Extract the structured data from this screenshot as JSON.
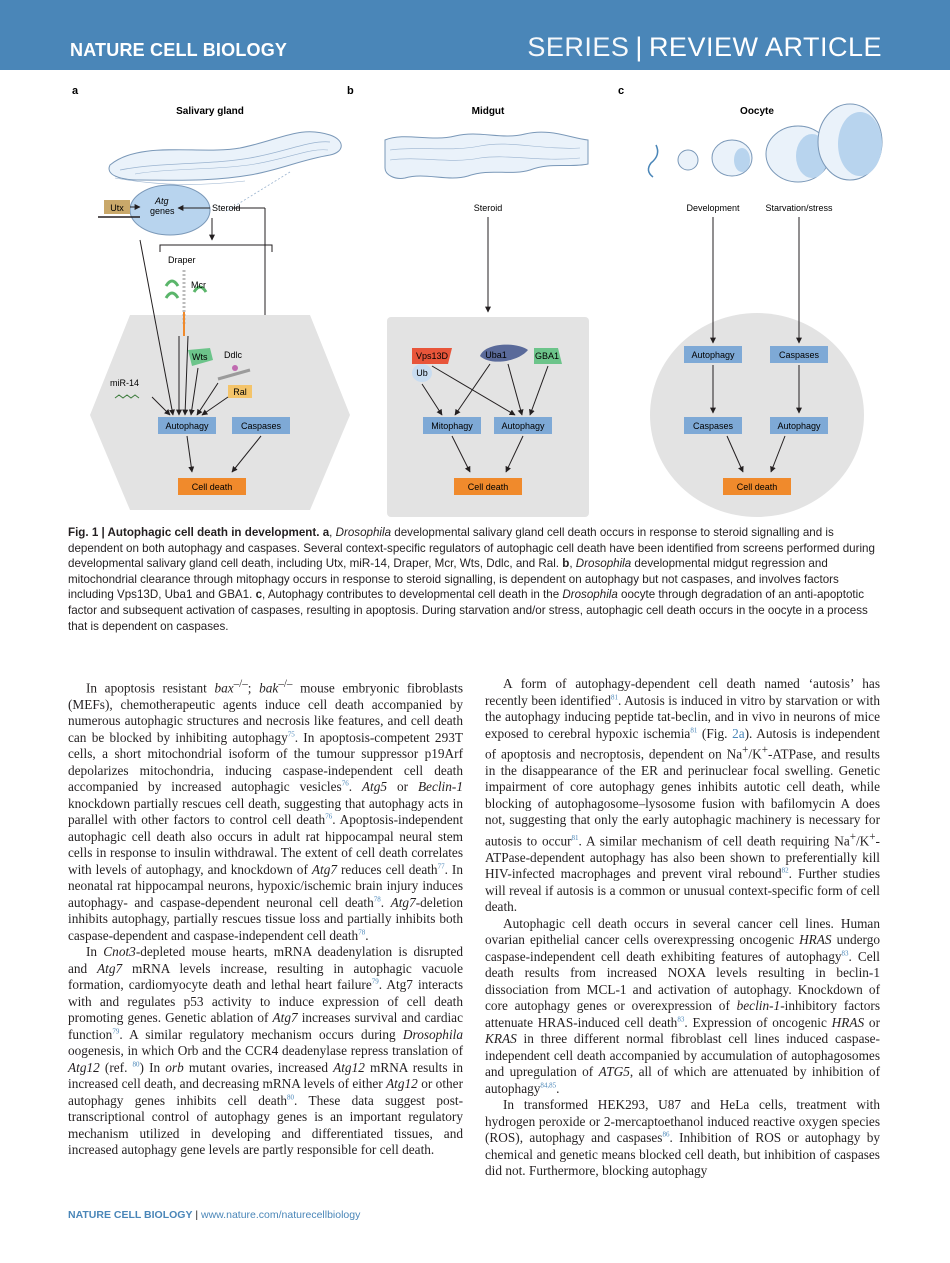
{
  "header": {
    "journal": "NATURE CELL BIOLOGY",
    "series": "SERIES",
    "article_type": "REVIEW ARTICLE"
  },
  "figure": {
    "panel_a": {
      "letter": "a",
      "title": "Salivary gland",
      "utx": "Utx",
      "atg": "Atg",
      "genes": "genes",
      "steroid": "Steroid",
      "draper": "Draper",
      "mcr": "Mcr",
      "wts": "Wts",
      "ddlc": "Ddlc",
      "ral": "Ral",
      "mir14": "miR-14",
      "autophagy": "Autophagy",
      "caspases": "Caspases",
      "cell_death": "Cell death"
    },
    "panel_b": {
      "letter": "b",
      "title": "Midgut",
      "steroid": "Steroid",
      "vps13d": "Vps13D",
      "ub": "Ub",
      "uba1": "Uba1",
      "gba1": "GBA1",
      "mitophagy": "Mitophagy",
      "autophagy": "Autophagy",
      "cell_death": "Cell death"
    },
    "panel_c": {
      "letter": "c",
      "title": "Oocyte",
      "development": "Development",
      "starvation": "Starvation/stress",
      "autophagy1": "Autophagy",
      "caspases1": "Caspases",
      "caspases2": "Caspases",
      "autophagy2": "Autophagy",
      "cell_death": "Cell death"
    }
  },
  "caption": {
    "label": "Fig. 1 | Autophagic cell death in development.",
    "part_a_letter": "a",
    "part_a_1": ", ",
    "drosophila": "Drosophila",
    "part_a_2": " developmental salivary gland cell death occurs in response to steroid signalling and is dependent on both autophagy and caspases. Several context-specific regulators of autophagic cell death have been identified from screens performed during developmental salivary gland cell death, including Utx, miR-14, Draper, Mcr, Wts, Ddlc, and Ral. ",
    "part_b_letter": "b",
    "part_b_1": ", ",
    "part_b_2": " developmental midgut regression and mitochondrial clearance through mitophagy occurs in response to steroid signalling, is dependent on autophagy but not caspases, and involves factors including Vps13D, Uba1 and GBA1. ",
    "part_c_letter": "c",
    "part_c_1": ", Autophagy contributes to developmental cell death in the ",
    "part_c_2": " oocyte through degradation of an anti-apoptotic factor and subsequent activation of caspases, resulting in apoptosis. During starvation and/or stress, autophagic cell death occurs in the oocyte in a process that is dependent on caspases."
  },
  "body_left": {
    "p1": {
      "t1": "In apoptosis resistant ",
      "bax": "bax",
      "sup1": "–/–",
      "t2": "; ",
      "bak": "bak",
      "sup2": "–/–",
      "t3": " mouse embryonic fibroblasts (MEFs), chemotherapeutic agents induce cell death accompanied by numerous autophagic structures and necrosis like features, and cell death can be blocked by inhibiting autophagy",
      "r75": "75",
      "t4": ". In apoptosis-competent 293T cells, a short mitochondrial isoform of the tumour suppressor p19Arf depolarizes mitochondria, inducing caspase-independent cell death accompanied by increased autophagic vesicles",
      "r76a": "76",
      "t5": ". ",
      "atg5": "Atg5",
      "t6": " or ",
      "beclin1": "Beclin-1",
      "t7": " knockdown partially rescues cell death, suggesting that autophagy acts in parallel with other factors to control cell death",
      "r76b": "76",
      "t8": ". Apoptosis-independent autophagic cell death also occurs in adult rat hippocampal neural stem cells in response to insulin withdrawal. The extent of cell death correlates with levels of autophagy, and knockdown of ",
      "atg7a": "Atg7",
      "t9": " reduces cell death",
      "r77": "77",
      "t10": ". In neonatal rat hippocampal neurons, hypoxic/ischemic brain injury induces autophagy- and caspase-dependent neuronal cell death",
      "r78a": "78",
      "t11": ". ",
      "atg7b": "Atg7",
      "t12": "-deletion inhibits autophagy, partially rescues tissue loss and partially inhibits both caspase-dependent and caspase-independent cell death",
      "r78b": "78",
      "t13": "."
    },
    "p2": {
      "t1": "In ",
      "cnot3": "Cnot3",
      "t2": "-depleted mouse hearts, mRNA deadenylation is disrupted and ",
      "atg7a": "Atg7",
      "t3": " mRNA levels increase, resulting in autophagic vacuole formation, cardiomyocyte death and lethal heart failure",
      "r79a": "79",
      "t4": ". Atg7 interacts with and regulates p53 activity to induce expression of cell death promoting genes. Genetic ablation of ",
      "atg7b": "Atg7",
      "t5": " increases survival and cardiac function",
      "r79b": "79",
      "t6": ". A similar regulatory mechanism occurs during ",
      "drosophila": "Drosophila",
      "t7": " oogenesis, in which Orb and the CCR4 deadenylase repress translation of ",
      "atg12a": "Atg12",
      "t8": " (ref. ",
      "r80a": "80",
      "t9": ") In ",
      "orb": "orb",
      "t10": " mutant ovaries, increased ",
      "atg12b": "Atg12",
      "t11": " mRNA results in increased cell death, and decreasing mRNA levels of either ",
      "atg12c": "Atg12",
      "t12": " or other autophagy genes inhibits cell death",
      "r80b": "80",
      "t13": ". These data suggest post-transcriptional control of autophagy genes is an important regulatory mechanism utilized in developing and differentiated tissues, and increased autophagy gene levels are partly responsible for cell death."
    }
  },
  "body_right": {
    "p1": {
      "t1": "A form of autophagy-dependent cell death named ‘autosis’ has recently been identified",
      "r81a": "81",
      "t2": ". Autosis is induced in vitro by starvation or with the autophagy inducing peptide tat-beclin, and in vivo in neurons of mice exposed to cerebral hypoxic ischemia",
      "r81b": "81",
      "t3": " (Fig. ",
      "fig2a": "2a",
      "t4": "). Autosis is independent of apoptosis and necroptosis, dependent on Na",
      "plus1": "+",
      "t5": "/K",
      "plus2": "+",
      "t6": "-ATPase, and results in the disappearance of the ER and perinuclear focal swelling. Genetic impairment of core autophagy genes inhibits autotic cell death, while blocking of autophagosome–lysosome fusion with bafilomycin A does not, suggesting that only the early autophagic machinery is necessary for autosis to occur",
      "r81c": "81",
      "t7": ". A similar mechanism of cell death requiring Na",
      "plus3": "+",
      "t8": "/K",
      "plus4": "+",
      "t9": "-ATPase-dependent autophagy has also been shown to preferentially kill HIV-infected macrophages and prevent viral rebound",
      "r82": "82",
      "t10": ". Further studies will reveal if autosis is a common or unusual context-specific form of cell death."
    },
    "p2": {
      "t1": "Autophagic cell death occurs in several cancer cell lines. Human ovarian epithelial cancer cells overexpressing oncogenic ",
      "hras1": "HRAS",
      "t2": " undergo caspase-independent cell death exhibiting features of autophagy",
      "r83a": "83",
      "t3": ". Cell death results from increased NOXA levels resulting in beclin-1 dissociation from MCL-1 and activation of autophagy. Knockdown of core autophagy genes or overexpression of ",
      "beclin1": "beclin-1",
      "t4": "-inhibitory factors attenuate HRAS-induced cell death",
      "r83b": "83",
      "t5": ". Expression of oncogenic ",
      "hras2": "HRAS",
      "t6": " or ",
      "kras": "KRAS",
      "t7": " in three different normal fibroblast cell lines induced caspase-independent cell death accompanied by accumulation of autophagosomes and upregulation of ",
      "atg5": "ATG5",
      "t8": ", all of which are attenuated by inhibition of autophagy",
      "r8485": "84,85",
      "t9": "."
    },
    "p3": {
      "t1": "In transformed HEK293, U87 and HeLa cells, treatment with hydrogen peroxide or 2-mercaptoethanol induced reactive oxygen species (ROS), autophagy and caspases",
      "r86": "86",
      "t2": ". Inhibition of ROS or autophagy by chemical and genetic means blocked cell death, but inhibition of caspases did not. Furthermore, blocking autophagy"
    }
  },
  "footer": {
    "journal": "NATURE CELL BIOLOGY",
    "separator": " | ",
    "url": "www.nature.com/naturecellbiology"
  },
  "colors": {
    "banner": "#4a86b8",
    "box_blue": "#7ea9d6",
    "cell_death_orange": "#f08a2c",
    "hexagon_gray": "#e3e3e3"
  }
}
